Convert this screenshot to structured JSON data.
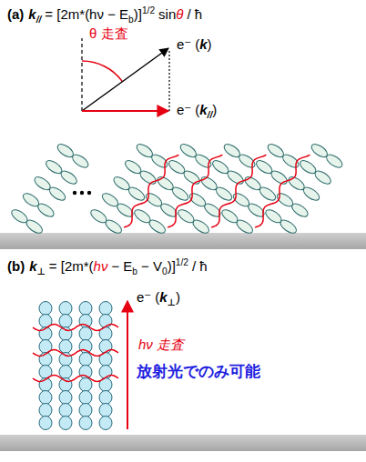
{
  "diagram": {
    "labels": [
      "(a)",
      "k",
      "//",
      "= [2m*(hν − E",
      "b",
      ")]",
      "1/2",
      "sin",
      "θ",
      "/ ħ",
      "θ 走査",
      "e⁻",
      "(",
      "k",
      ")",
      "e⁻",
      "(",
      "k",
      "//",
      ")",
      "(b)",
      "k",
      "⊥",
      "= [2m*(",
      "hν",
      "− E",
      "b",
      "− V",
      "0",
      ")]",
      "1/2",
      "/ ħ",
      "e⁻",
      "(",
      "k",
      "⊥",
      ")",
      "hν 走査",
      "放射光でのみ可能"
    ]
  }
}
